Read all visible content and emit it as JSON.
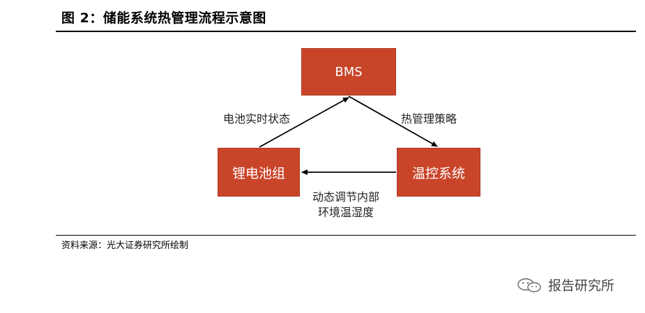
{
  "figure": {
    "title": "图 2：储能系统热管理流程示意图",
    "source": "资料来源：光大证券研究所绘制"
  },
  "diagram": {
    "nodes": {
      "bms": "BMS",
      "battery": "锂电池组",
      "thermal": "温控系统"
    },
    "edges": {
      "battery_to_bms": "电池实时状态",
      "bms_to_thermal": "热管理策略",
      "thermal_to_battery_line1": "动态调节内部",
      "thermal_to_battery_line2": "环境温湿度"
    },
    "colors": {
      "node_fill": "#c9452a",
      "node_text": "#ffffff",
      "arrow": "#000000"
    }
  },
  "watermark": {
    "text": "报告研究所",
    "icon": "wechat-logo-icon"
  }
}
